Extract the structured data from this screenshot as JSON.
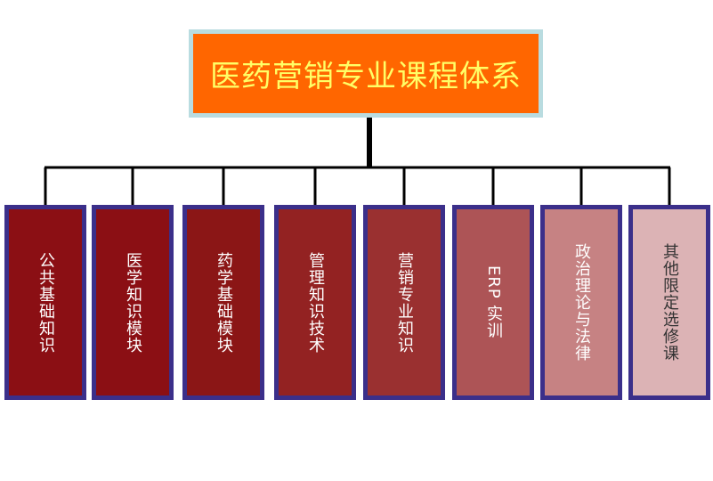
{
  "title": "医药营销专业课程体系",
  "colors": {
    "root_fill": "#ff6600",
    "root_border": "#b9dce0",
    "root_text": "#ffff66",
    "child_border": "#3b2f8a",
    "connector": "#000000"
  },
  "children": [
    {
      "label": "公共基础知识",
      "fill": "#8b0f14",
      "text_color": "#ffffff"
    },
    {
      "label": "医学知识模块",
      "fill": "#8b0f14",
      "text_color": "#ffffff"
    },
    {
      "label": "药学基础模块",
      "fill": "#8b1616",
      "text_color": "#ffffff"
    },
    {
      "label": "管理知识技术",
      "fill": "#932222",
      "text_color": "#ffffff"
    },
    {
      "label": "营销专业知识",
      "fill": "#9a3030",
      "text_color": "#ffffff"
    },
    {
      "label": "ERP 实训",
      "fill": "#ad5456",
      "text_color": "#ffffff"
    },
    {
      "label": "政治理论与法律",
      "fill": "#c68283",
      "text_color": "#ffffff"
    },
    {
      "label": "其他限定选修课",
      "fill": "#dcb3b5",
      "text_color": "#333333"
    }
  ]
}
